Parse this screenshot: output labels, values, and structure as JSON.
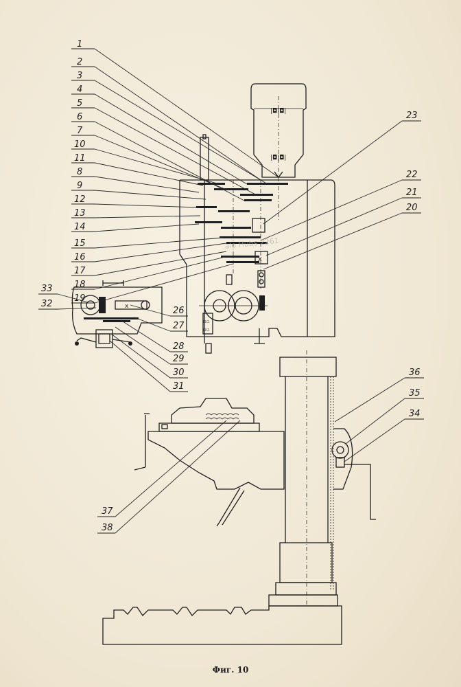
{
  "figure": {
    "caption": "Фиг. 10",
    "watermark": "alo Hubs 2261"
  },
  "callouts": [
    "1",
    "2",
    "3",
    "4",
    "5",
    "6",
    "7",
    "10",
    "11",
    "8",
    "9",
    "12",
    "13",
    "14",
    "15",
    "16",
    "17",
    "18",
    "19",
    "23",
    "22",
    "21",
    "20",
    "33",
    "32",
    "26",
    "27",
    "28",
    "29",
    "30",
    "31",
    "36",
    "35",
    "34",
    "37",
    "38"
  ],
  "colors": {
    "ink": "#1e1e1e",
    "paper": "#f3ecdc"
  }
}
